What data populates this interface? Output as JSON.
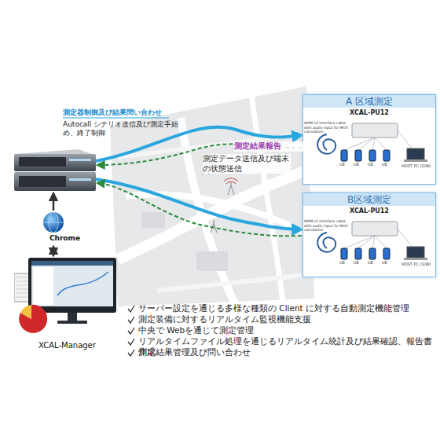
{
  "diagram": {
    "nodes": [
      {
        "text": [
          "A 区域測定",
          "XCAL-PU12"
        ]
      },
      {
        "text": [
          "B区域測定",
          "XCAL-PU12"
        ]
      },
      {
        "text": [
          "Chrome"
        ]
      },
      {
        "text": [
          "XCAL-Manager"
        ]
      }
    ],
    "edges": [
      {
        "from": 2,
        "to": 3,
        "arrow": "both"
      }
    ],
    "labels": [
      "測定器制御及び結果問い合わせ",
      "Autocall シナリオ送信及び測定手始め、終了制御",
      "測定結果報告",
      "測定データ送信及び端末の状態送信",
      "サーバー設定を通じる多様な種類の Client に対する自動測定機能管理",
      "測定装備に対するリアルタイム監視機能支援",
      "中央で Webを通じて測定管理",
      "リアルタイムファイル処理を通じるリアルタイム統計及び結果確認、報告書作成",
      "測定結果管理及び問い合わせ",
      "WPM LE Interface cable with audio input for MOS calculation",
      "UE",
      "UE",
      "UE",
      "UE",
      "HOST PC (S/W)",
      "WPM LE Interface cable with audio input for MOS calculation",
      "UE",
      "UE",
      "UE",
      "UE",
      "HOST PC (S/W)"
    ]
  }
}
